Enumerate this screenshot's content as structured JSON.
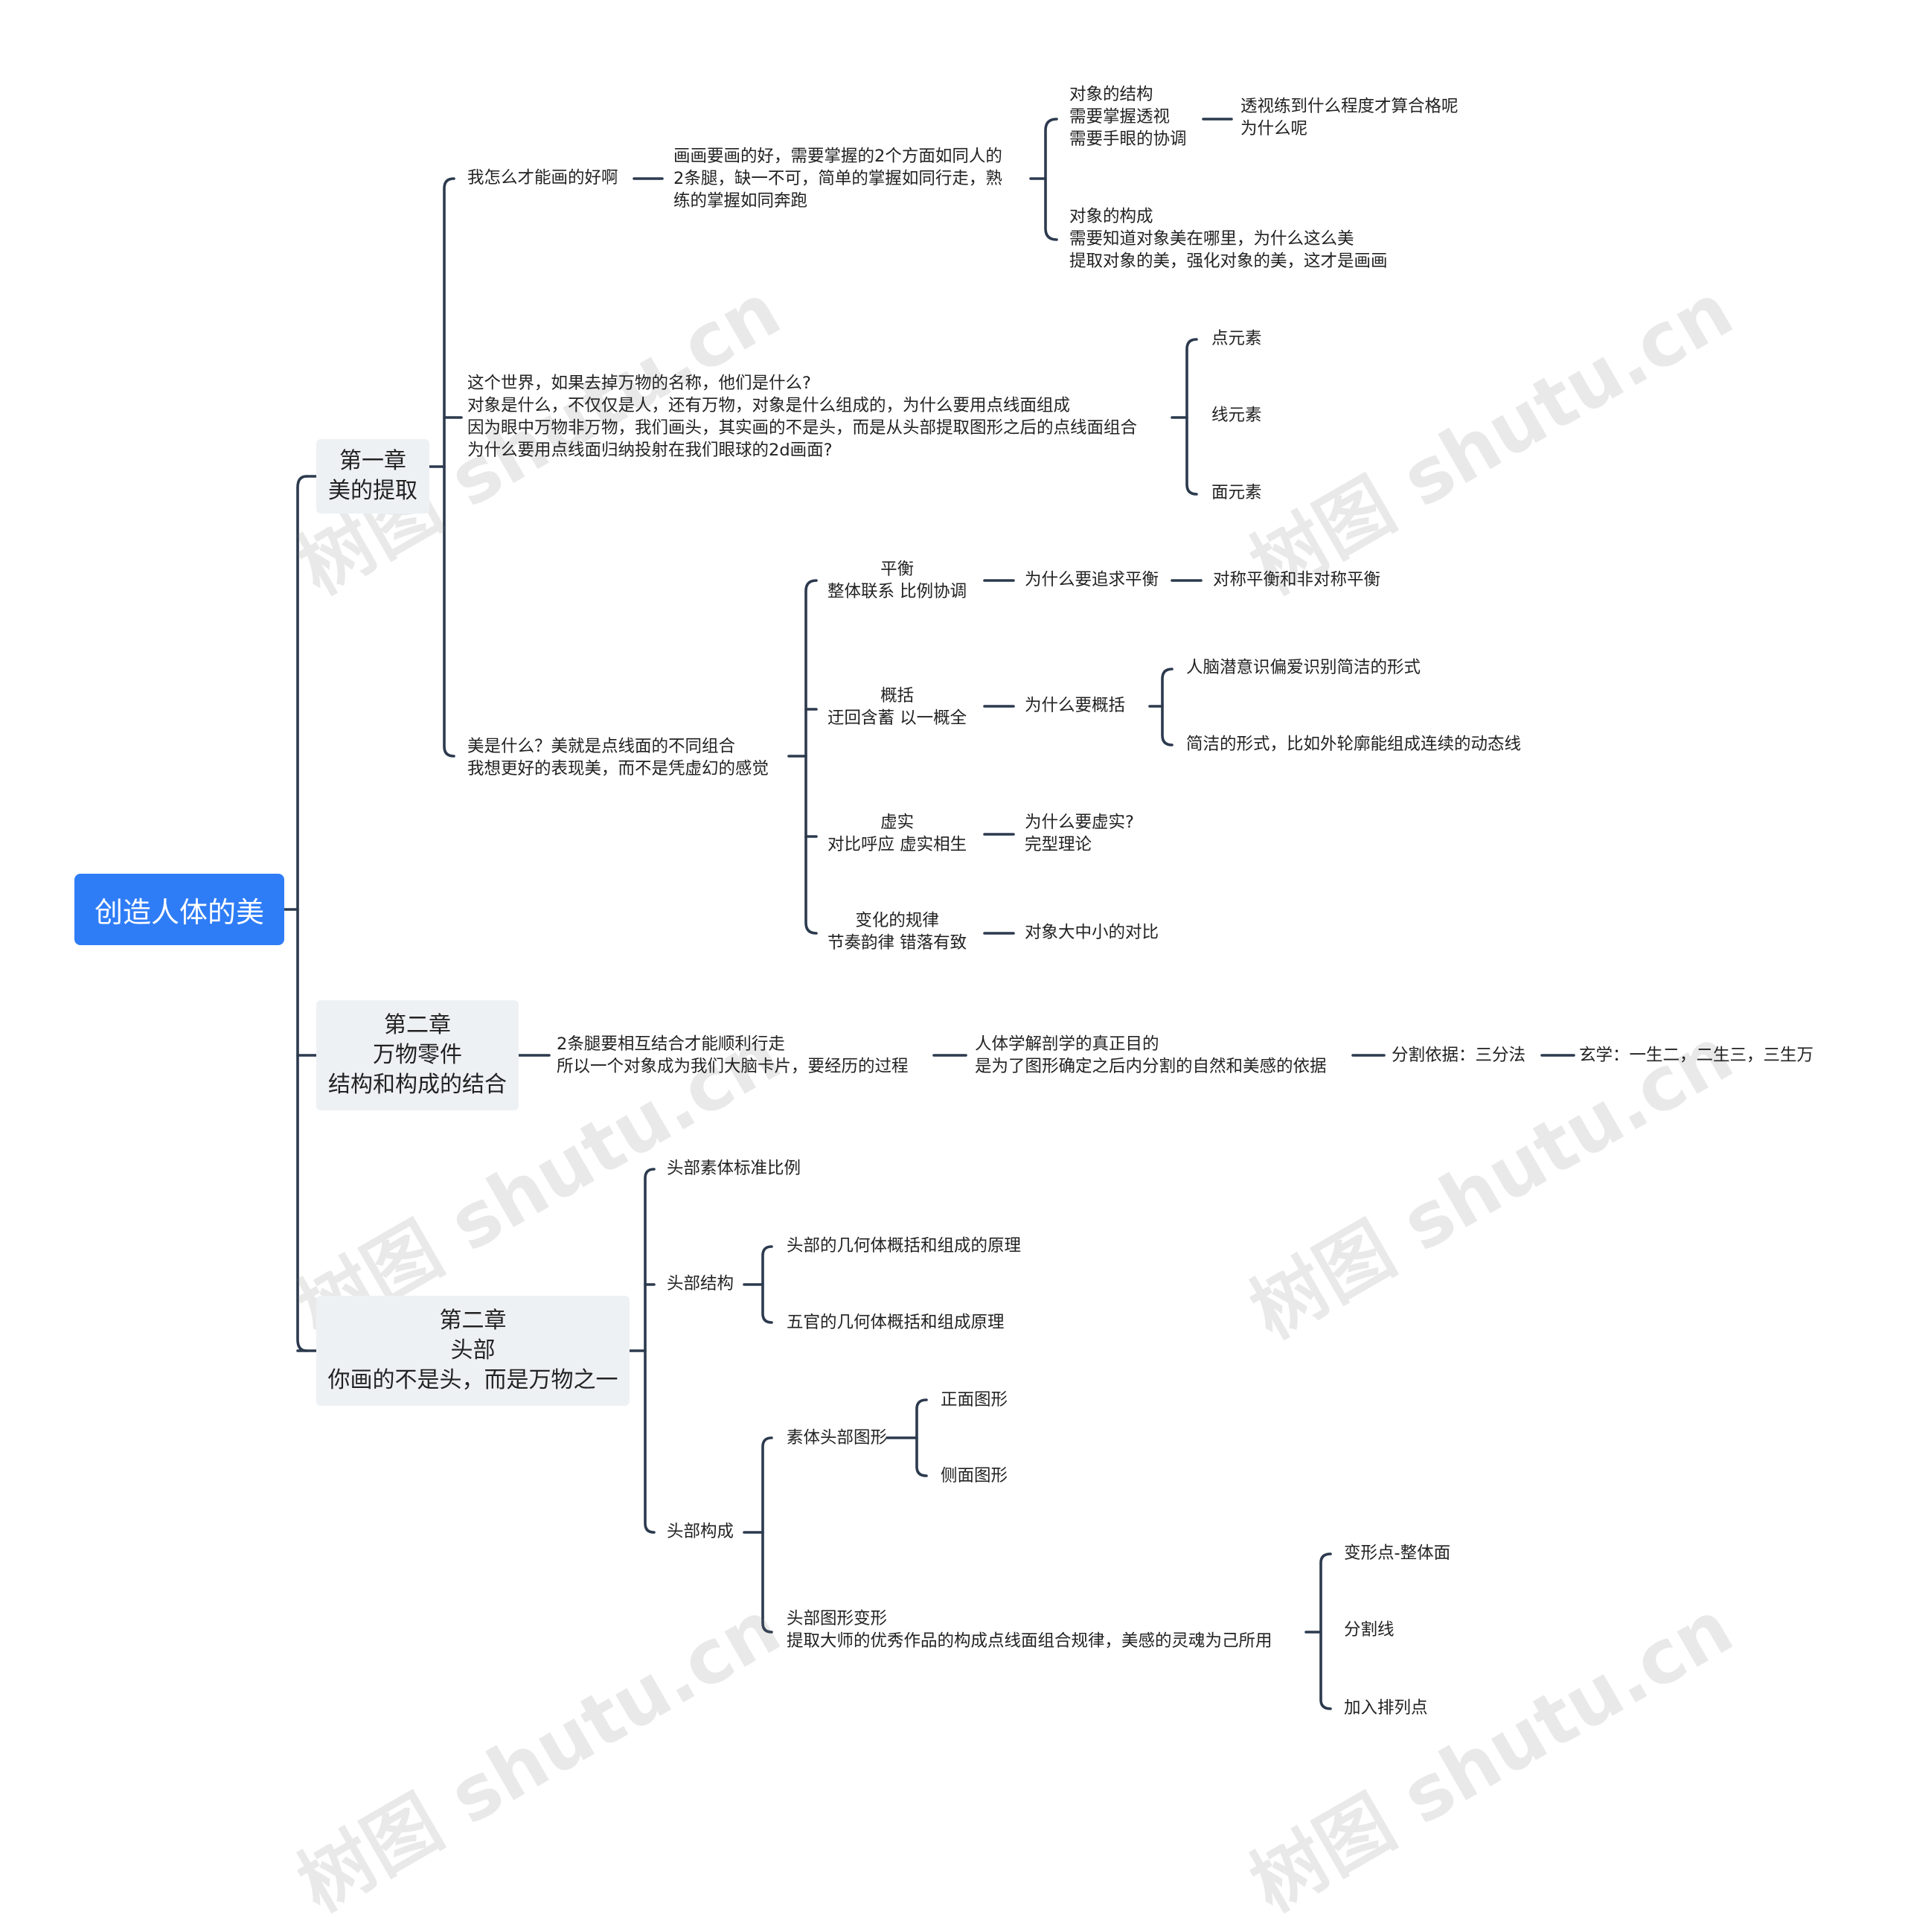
{
  "root": {
    "label": "创造人体的美"
  },
  "chapters": [
    {
      "label": "第一章\n美的提取"
    },
    {
      "label": "第二章\n万物零件\n结构和构成的结合"
    },
    {
      "label": "第二章\n头部\n你画的不是头，而是万物之一"
    }
  ],
  "ch1": {
    "q1": "我怎么才能画的好啊",
    "q1_detail": "画画要画的好，需要掌握的2个方面如同人的\n2条腿，缺一不可，简单的掌握如同行走，熟\n练的掌握如同奔跑",
    "structure": "对象的结构\n需要掌握透视\n需要手眼的协调",
    "structure_q": "透视练到什么程度才算合格呢\n为什么呢",
    "composition": "对象的构成\n需要知道对象美在哪里，为什么这么美\n提取对象的美，强化对象的美，这才是画画",
    "world": "这个世界，如果去掉万物的名称，他们是什么?\n对象是什么，不仅仅是人，还有万物，对象是什么组成的，为什么要用点线面组成\n因为眼中万物非万物，我们画头，其实画的不是头，而是从头部提取图形之后的点线面组合\n为什么要用点线面归纳投射在我们眼球的2d画面?",
    "point": "点元素",
    "line": "线元素",
    "plane": "面元素",
    "beauty": "美是什么？美就是点线面的不同组合\n我想更好的表现美，而不是凭虚幻的感觉",
    "balance": "平衡\n整体联系 比例协调",
    "balance_why": "为什么要追求平衡",
    "balance_types": "对称平衡和非对称平衡",
    "generalize": "概括\n迂回含蓄 以一概全",
    "generalize_why": "为什么要概括",
    "brain": "人脑潜意识偏爱识别简洁的形式",
    "simple_form": "简洁的形式，比如外轮廓能组成连续的动态线",
    "virtual": "虚实\n对比呼应 虚实相生",
    "virtual_why": "为什么要虚实?\n完型理论",
    "change": "变化的规律\n节奏韵律 错落有致",
    "contrast": "对象大中小的对比"
  },
  "ch2": {
    "legs": "2条腿要相互结合才能顺利行走\n所以一个对象成为我们大脑卡片，要经历的过程",
    "anatomy": "人体学解剖学的真正目的\n是为了图形确定之后内分割的自然和美感的依据",
    "division": "分割依据：三分法",
    "xuanxue": "玄学：一生二，二生三，三生万"
  },
  "ch3": {
    "ratio": "头部素体标准比例",
    "head_structure": "头部结构",
    "geometry": "头部的几何体概括和组成的原理",
    "features": "五官的几何体概括和组成原理",
    "head_composition": "头部构成",
    "plain_shape": "素体头部图形",
    "front": "正面图形",
    "side": "侧面图形",
    "transform": "头部图形变形\n提取大师的优秀作品的构成点线面组合规律，美感的灵魂为己所用",
    "t_point": "变形点-整体面",
    "t_line": "分割线",
    "t_add": "加入排列点"
  },
  "watermark": {
    "text": "树图 shutu.cn"
  }
}
